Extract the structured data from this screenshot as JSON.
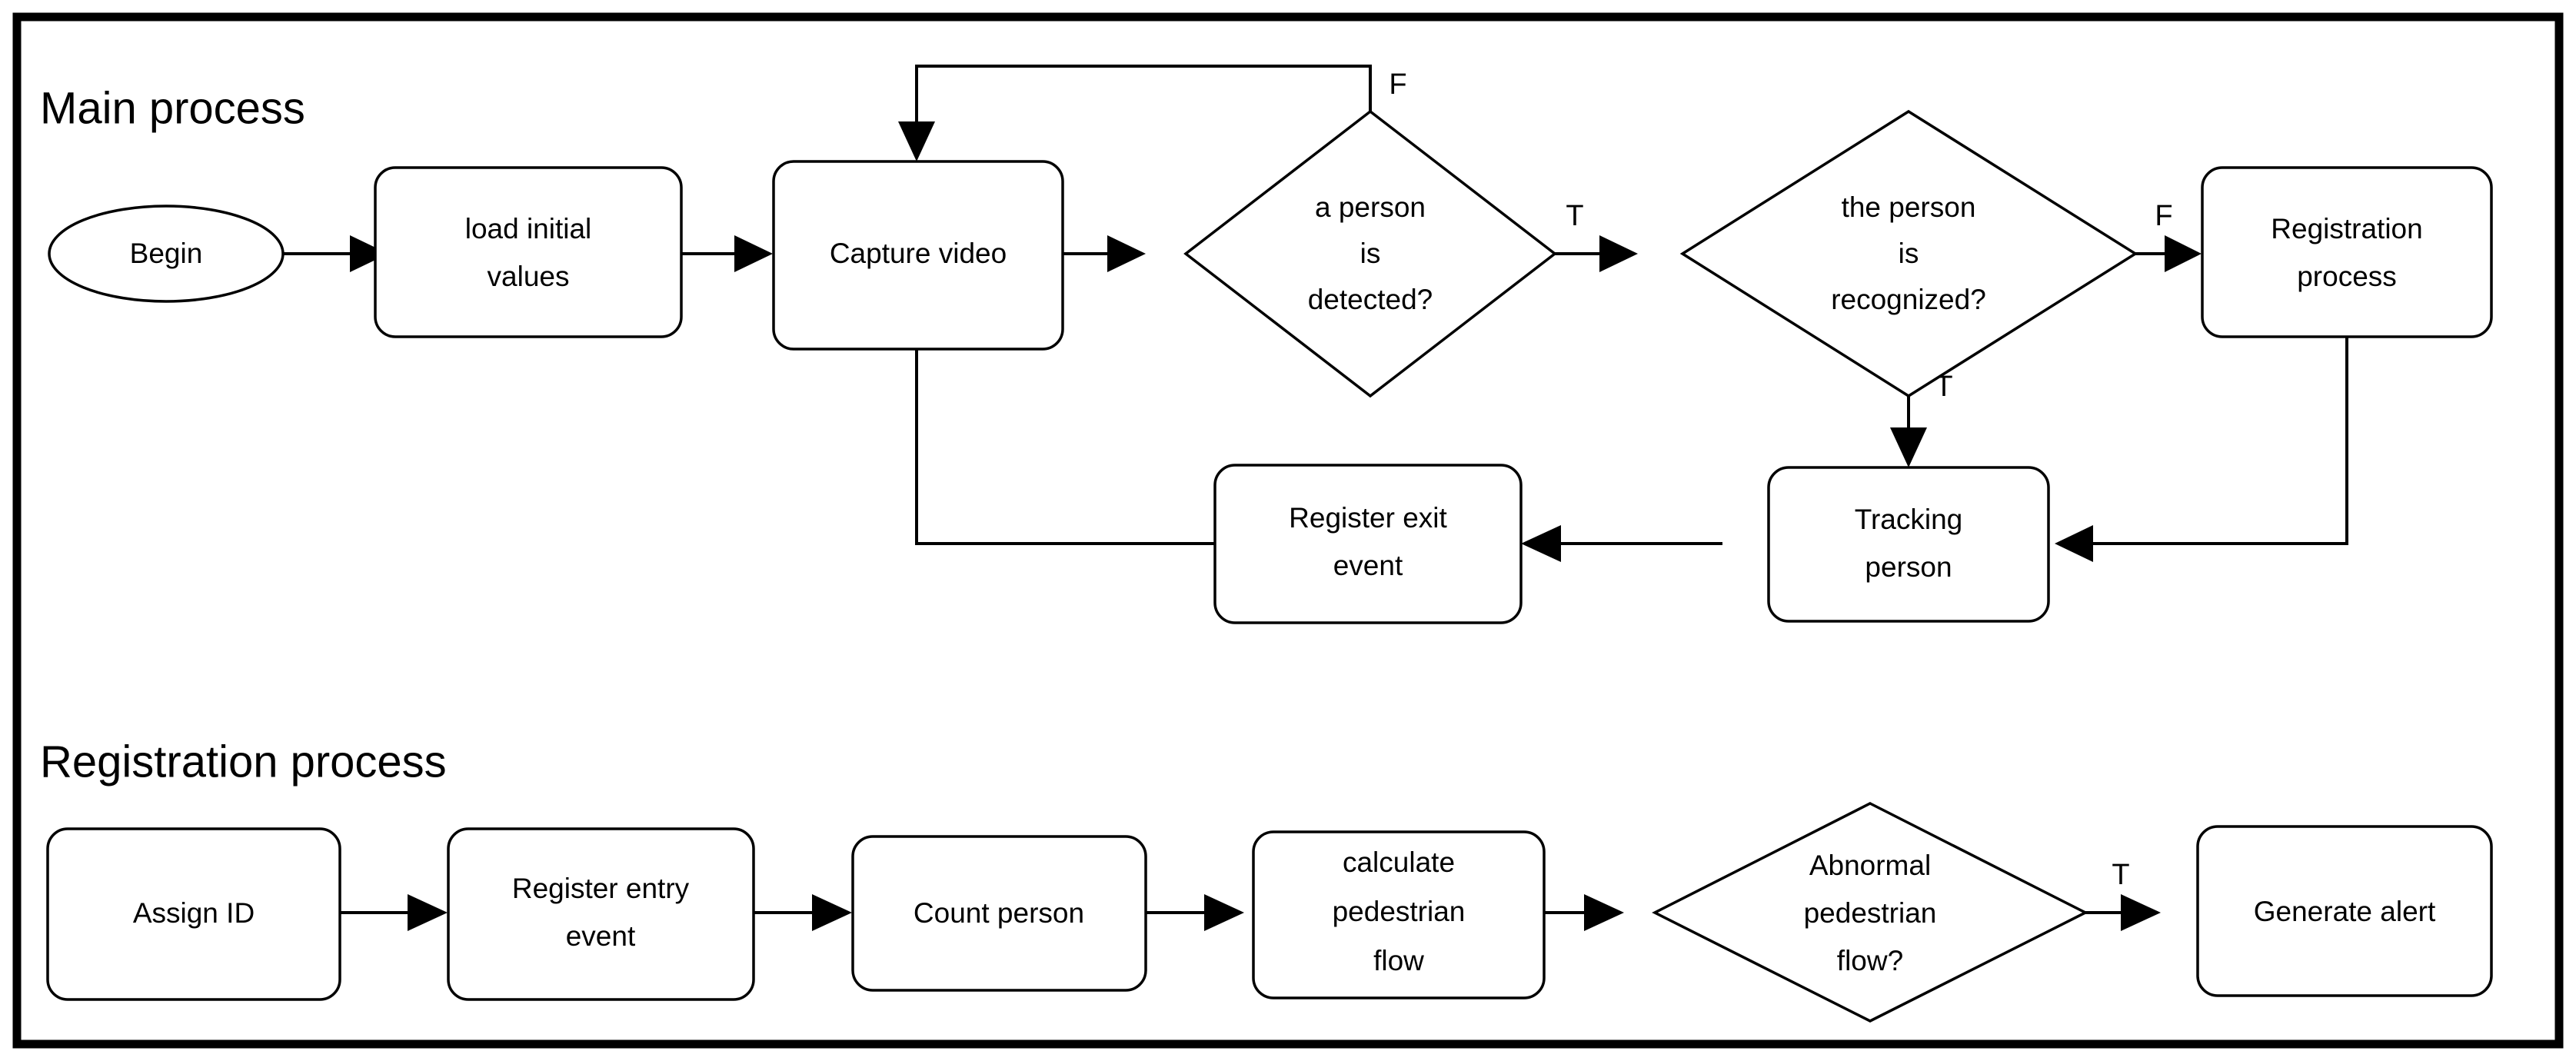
{
  "diagram": {
    "type": "flowchart",
    "background_color": "#ffffff",
    "line_color": "#000000",
    "border_color": "#000000",
    "sections": [
      {
        "id": "main-process",
        "title": "Main process",
        "nodes": [
          {
            "id": "begin",
            "shape": "ellipse",
            "label": "Begin"
          },
          {
            "id": "load-initial",
            "shape": "rounded-rect",
            "label_line1": "load initial",
            "label_line2": "values"
          },
          {
            "id": "capture",
            "shape": "rounded-rect",
            "label": "Capture video"
          },
          {
            "id": "detected",
            "shape": "diamond",
            "label_line1": "a person",
            "label_line2": "is",
            "label_line3": "detected?"
          },
          {
            "id": "recognized",
            "shape": "diamond",
            "label_line1": "the person",
            "label_line2": "is",
            "label_line3": "recognized?"
          },
          {
            "id": "registration",
            "shape": "rounded-rect",
            "label_line1": "Registration",
            "label_line2": "process"
          },
          {
            "id": "tracking",
            "shape": "rounded-rect",
            "label_line1": "Tracking",
            "label_line2": "person"
          },
          {
            "id": "register-exit",
            "shape": "rounded-rect",
            "label_line1": "Register exit",
            "label_line2": "event"
          }
        ],
        "edges": [
          {
            "from": "begin",
            "to": "load-initial",
            "label": ""
          },
          {
            "from": "load-initial",
            "to": "capture",
            "label": ""
          },
          {
            "from": "capture",
            "to": "detected",
            "label": ""
          },
          {
            "from": "detected",
            "to": "capture",
            "label": "F"
          },
          {
            "from": "detected",
            "to": "recognized",
            "label": "T"
          },
          {
            "from": "recognized",
            "to": "registration",
            "label": "F"
          },
          {
            "from": "recognized",
            "to": "tracking",
            "label": "T"
          },
          {
            "from": "registration",
            "to": "tracking",
            "label": ""
          },
          {
            "from": "tracking",
            "to": "register-exit",
            "label": ""
          },
          {
            "from": "register-exit",
            "to": "capture",
            "label": ""
          }
        ]
      },
      {
        "id": "registration-process",
        "title": "Registration process",
        "nodes": [
          {
            "id": "assign-id",
            "shape": "rounded-rect",
            "label": "Assign ID"
          },
          {
            "id": "register-entry",
            "shape": "rounded-rect",
            "label_line1": "Register entry",
            "label_line2": "event"
          },
          {
            "id": "count-person",
            "shape": "rounded-rect",
            "label": "Count person"
          },
          {
            "id": "calc-flow",
            "shape": "rounded-rect",
            "label_line1": "calculate",
            "label_line2": "pedestrian",
            "label_line3": "flow"
          },
          {
            "id": "abnormal",
            "shape": "diamond",
            "label_line1": "Abnormal",
            "label_line2": "pedestrian",
            "label_line3": "flow?"
          },
          {
            "id": "generate-alert",
            "shape": "rounded-rect",
            "label": "Generate alert"
          }
        ],
        "edges": [
          {
            "from": "assign-id",
            "to": "register-entry",
            "label": ""
          },
          {
            "from": "register-entry",
            "to": "count-person",
            "label": ""
          },
          {
            "from": "count-person",
            "to": "calc-flow",
            "label": ""
          },
          {
            "from": "calc-flow",
            "to": "abnormal",
            "label": ""
          },
          {
            "from": "abnormal",
            "to": "generate-alert",
            "label": "T"
          }
        ]
      }
    ]
  }
}
